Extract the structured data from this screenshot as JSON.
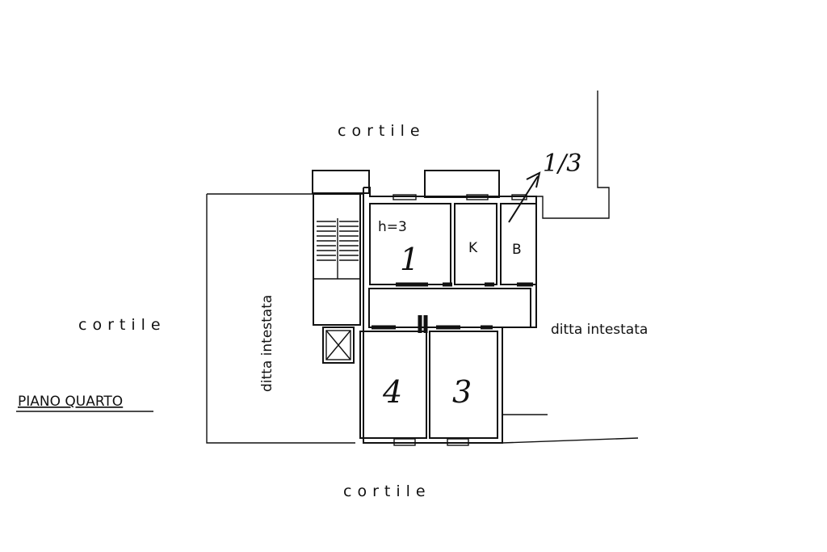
{
  "labels": {
    "courtyard_top": "cortile",
    "courtyard_left": "cortile",
    "courtyard_bottom": "cortile",
    "neighbor_left": "ditta intestata",
    "neighbor_right": "ditta intestata",
    "floor_title": "PIANO QUARTO",
    "ceiling_height": "h=3",
    "kitchen": "K",
    "bathroom": "B",
    "room_1": "1",
    "room_3": "3",
    "room_4": "4",
    "sheet_ref": "1/3"
  }
}
